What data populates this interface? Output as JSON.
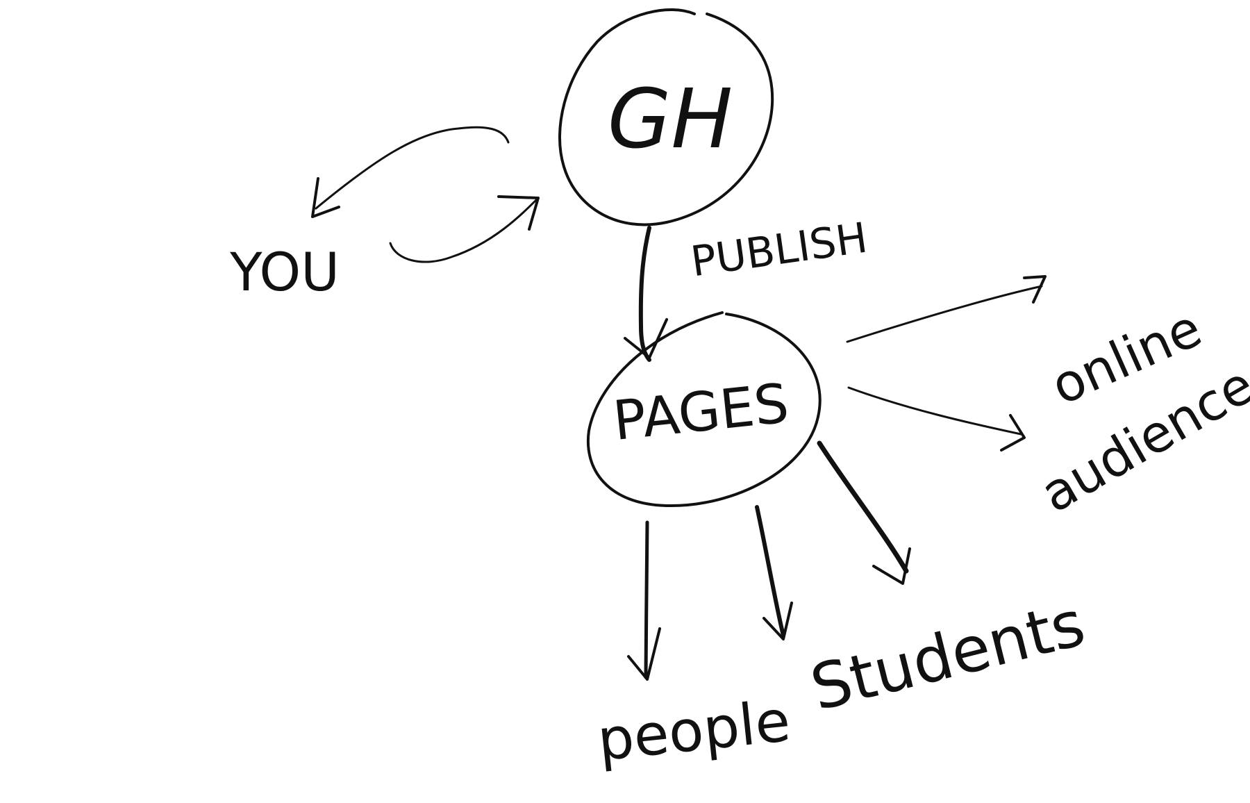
{
  "diagram": {
    "nodes": {
      "gh": {
        "label": "GH",
        "shape": "circle"
      },
      "pages": {
        "label": "PAGES",
        "shape": "ellipse"
      },
      "you": {
        "label": "YOU",
        "shape": "text"
      },
      "people": {
        "label": "people",
        "shape": "text"
      },
      "students": {
        "label": "Students",
        "shape": "text"
      },
      "online_audience": {
        "label_line1": "online",
        "label_line2": "audience",
        "shape": "text"
      }
    },
    "edges": [
      {
        "from": "gh",
        "to": "you",
        "label": ""
      },
      {
        "from": "you",
        "to": "gh",
        "label": ""
      },
      {
        "from": "gh",
        "to": "pages",
        "label": "PUBLISH"
      },
      {
        "from": "pages",
        "to": "online_audience",
        "label": ""
      },
      {
        "from": "pages",
        "to": "people",
        "label": ""
      },
      {
        "from": "pages",
        "to": "students",
        "label": ""
      }
    ],
    "stroke_color": "#111111",
    "background": "#ffffff"
  }
}
